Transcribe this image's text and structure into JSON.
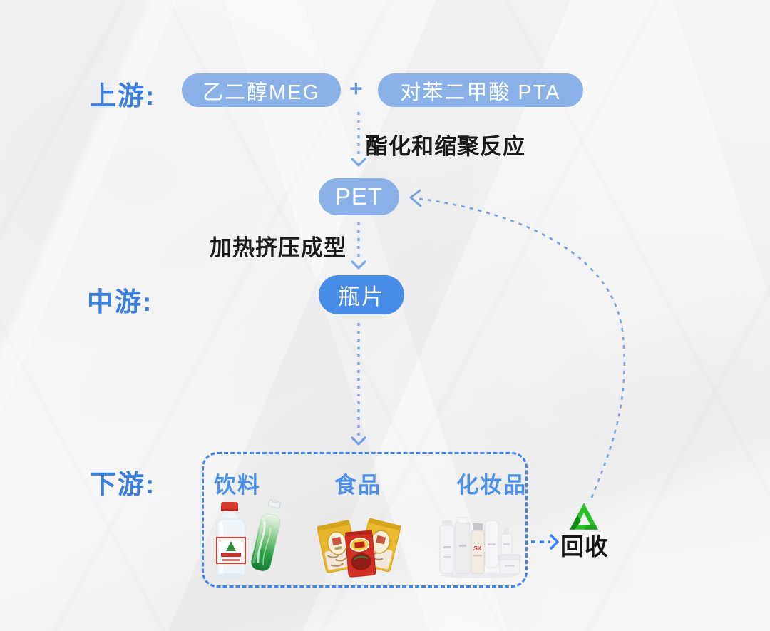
{
  "upstream": {
    "label": "上游:",
    "meg": "乙二醇MEG",
    "plus": "+",
    "pta": "对苯二甲酸 PTA"
  },
  "flow": {
    "reaction": "酯化和缩聚反应",
    "pet": "PET",
    "process": "加热挤压成型"
  },
  "midstream": {
    "label": "中游:",
    "product": "瓶片"
  },
  "downstream": {
    "label": "下游:",
    "categories": [
      {
        "label": "饮料"
      },
      {
        "label": "食品"
      },
      {
        "label": "化妆品"
      }
    ]
  },
  "recycle": {
    "label": "回收",
    "icon": "recycle-icon"
  },
  "icons": [
    "recycle-icon",
    "arrow-down-icon",
    "arrow-right-icon",
    "curve-return-arrow-icon"
  ],
  "colors": {
    "paper": "#f7f7f8",
    "section_label_blue": "#3b7edb",
    "pill_light_blue": "#8ab1e8",
    "pill_dark_blue": "#478ce6",
    "category_blue": "#4a90e8",
    "dash_light_blue": "#7aa8e8",
    "dash_strong_blue": "#3e82f2",
    "text_black": "#1a1a1a",
    "recycle_green": "#2bc12b",
    "recycle_green_dark": "#128a12"
  }
}
